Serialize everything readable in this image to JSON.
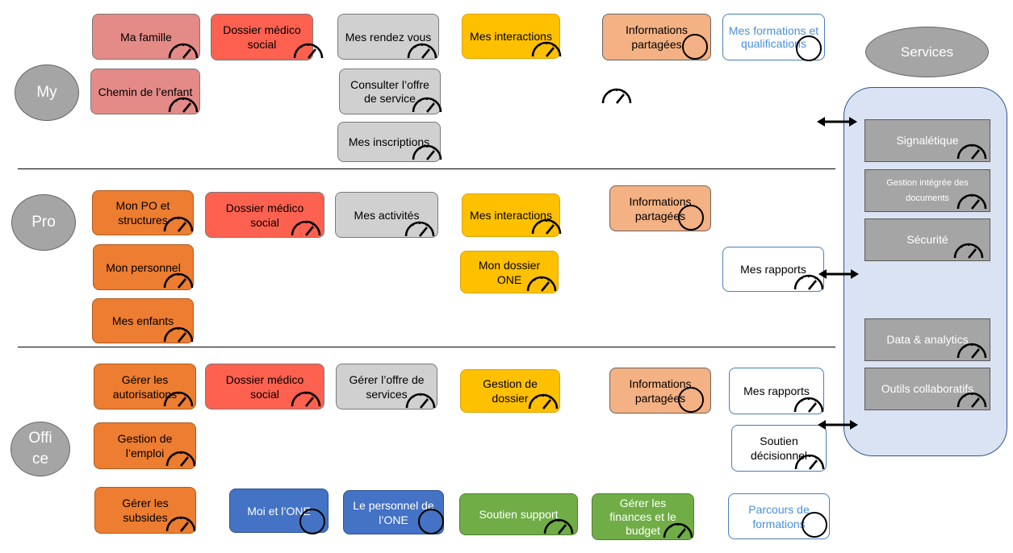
{
  "rows": {
    "my": "My",
    "pro": "Pro",
    "office": "Offi ce"
  },
  "services": {
    "title": "Services",
    "items": [
      "Signalétique",
      "Gestion intégrée des documents",
      "Sécurité",
      "Data & analytics",
      "Outils collaboratifs"
    ]
  },
  "my": {
    "ma_famille": "Ma famille",
    "chemin_enfant": "Chemin de l’enfant",
    "dossier_medico_social": "Dossier médico social",
    "mes_rendez_vous": "Mes rendez vous",
    "consulter_offre": "Consulter l’offre de service",
    "mes_inscriptions": "Mes inscriptions",
    "mes_interactions": "Mes interactions",
    "informations_partagees": "Informations partagées",
    "mes_formations": "Mes formations et qualifications"
  },
  "pro": {
    "mon_po": "Mon PO et structures",
    "mon_personnel": "Mon personnel",
    "mes_enfants": "Mes enfants",
    "dossier_medico_social": "Dossier médico social",
    "mes_activites": "Mes activités",
    "mes_interactions": "Mes interactions",
    "mon_dossier_one": "Mon dossier ONE",
    "informations_partagees": "Informations partagées",
    "mes_rapports": "Mes rapports"
  },
  "office": {
    "gerer_autorisations": "Gérer les autorisations",
    "gestion_emploi": "Gestion de l’emploi",
    "gerer_subsides": "Gérer les subsides",
    "dossier_medico_social": "Dossier médico social",
    "gerer_offre": "Gérer l’offre de services",
    "gestion_dossier": "Gestion de dossier",
    "informations_partagees": "Informations partagées",
    "mes_rapports": "Mes rapports",
    "soutien_decisionnel": "Soutien décisionnel",
    "moi_et_one": "Moi et l’ONE",
    "personnel_one": "Le personnel de l’ONE",
    "soutien_support": "Soutien support",
    "gerer_finances": "Gérer les finances et le budget",
    "parcours_formations": "Parcours de formations"
  },
  "colors": {
    "pink": "#e48a87",
    "red": "#ff6150",
    "grey": "#d0d0d0",
    "yellow": "#ffc000",
    "peach": "#f4b183",
    "orange": "#ed7d31",
    "blue": "#4472c4",
    "green": "#70ad47",
    "services_panel": "#dae3f3",
    "service_item": "#a5a5a5"
  },
  "icons": [
    "gauge-icon",
    "circle-icon",
    "double-arrow-icon"
  ]
}
